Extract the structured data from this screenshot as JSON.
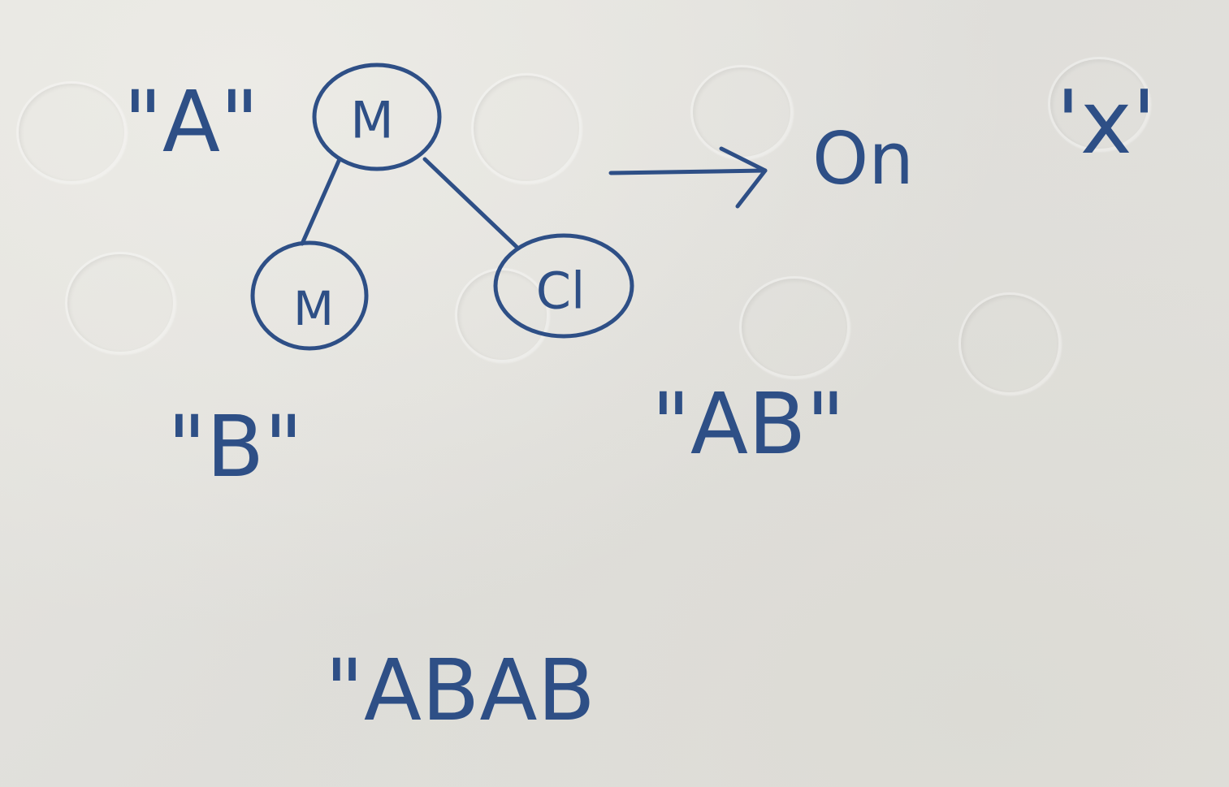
{
  "diagram": {
    "nodes": [
      {
        "id": "top",
        "label": "M"
      },
      {
        "id": "left",
        "label": "M"
      },
      {
        "id": "right",
        "label": "Cl"
      }
    ],
    "edges": [
      {
        "from": "top",
        "to": "left"
      },
      {
        "from": "top",
        "to": "right"
      }
    ],
    "arrow_target": "On"
  },
  "labels": {
    "a": "\"A\"",
    "b": "\"B\"",
    "ab": "\"AB\"",
    "abab": "\"ABAB",
    "x": "'x'"
  },
  "colors": {
    "ink": "#2e4f86",
    "paper": "#e4e3de"
  }
}
